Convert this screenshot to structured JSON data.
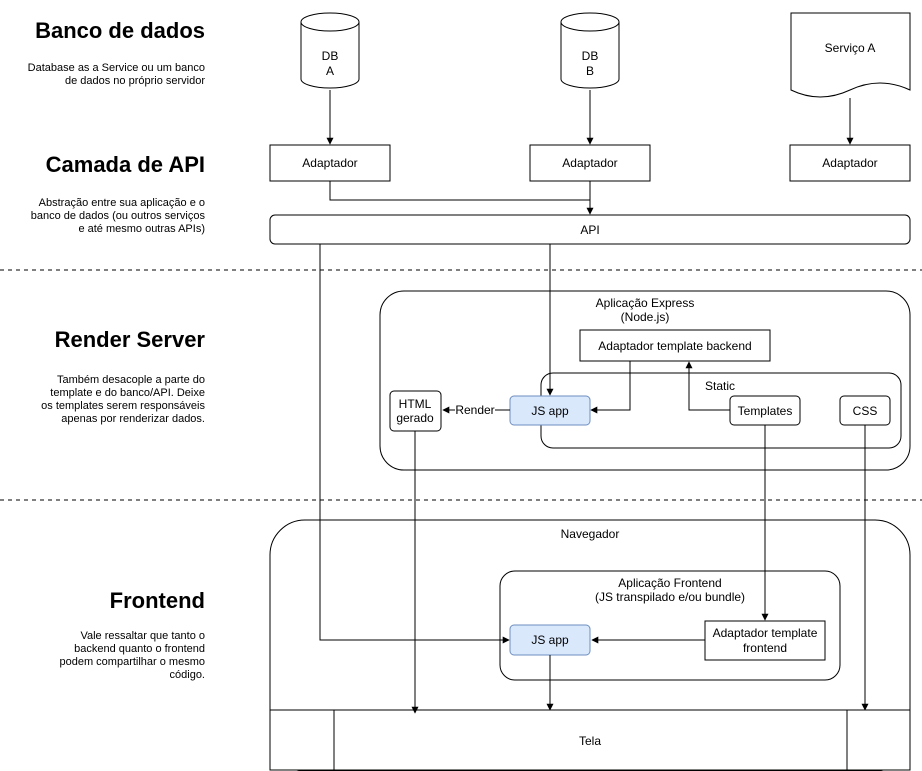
{
  "sections": {
    "banco": {
      "title": "Banco de dados",
      "desc": [
        "Database as a Service ou um banco",
        "de dados no próprio servidor"
      ]
    },
    "api": {
      "title": "Camada de API",
      "desc": [
        "Abstração entre sua aplicação e o",
        "banco de dados (ou outros serviços",
        "e até mesmo outras APIs)"
      ]
    },
    "render": {
      "title": "Render Server",
      "desc": [
        "Também desacople a parte do",
        "template e do banco/API. Deixe",
        "os templates serem responsáveis",
        "apenas por renderizar dados."
      ]
    },
    "frontend": {
      "title": "Frontend",
      "desc": [
        "Vale ressaltar que tanto o",
        "backend quanto o frontend",
        "podem compartilhar o mesmo",
        "código."
      ]
    }
  },
  "nodes": {
    "db_a": [
      "DB",
      "A"
    ],
    "db_b": [
      "DB",
      "B"
    ],
    "servico_a": "Serviço A",
    "adaptador_1": "Adaptador",
    "adaptador_2": "Adaptador",
    "adaptador_3": "Adaptador",
    "api": "API",
    "express": [
      "Aplicação Express",
      "(Node.js)"
    ],
    "adaptador_backend": "Adaptador template backend",
    "static": "Static",
    "html_gerado": [
      "HTML",
      "gerado"
    ],
    "js_app_server": "JS app",
    "templates": "Templates",
    "css": "CSS",
    "navegador": "Navegador",
    "frontend_app": [
      "Aplicação Frontend",
      "(JS transpilado e/ou bundle)"
    ],
    "js_app_front": "JS app",
    "adaptador_frontend": [
      "Adaptador template",
      "frontend"
    ],
    "tela": "Tela"
  },
  "edges": {
    "render": "Render"
  },
  "colors": {
    "js_app_fill": "#dae8fc",
    "js_app_stroke": "#6c8ebf"
  }
}
